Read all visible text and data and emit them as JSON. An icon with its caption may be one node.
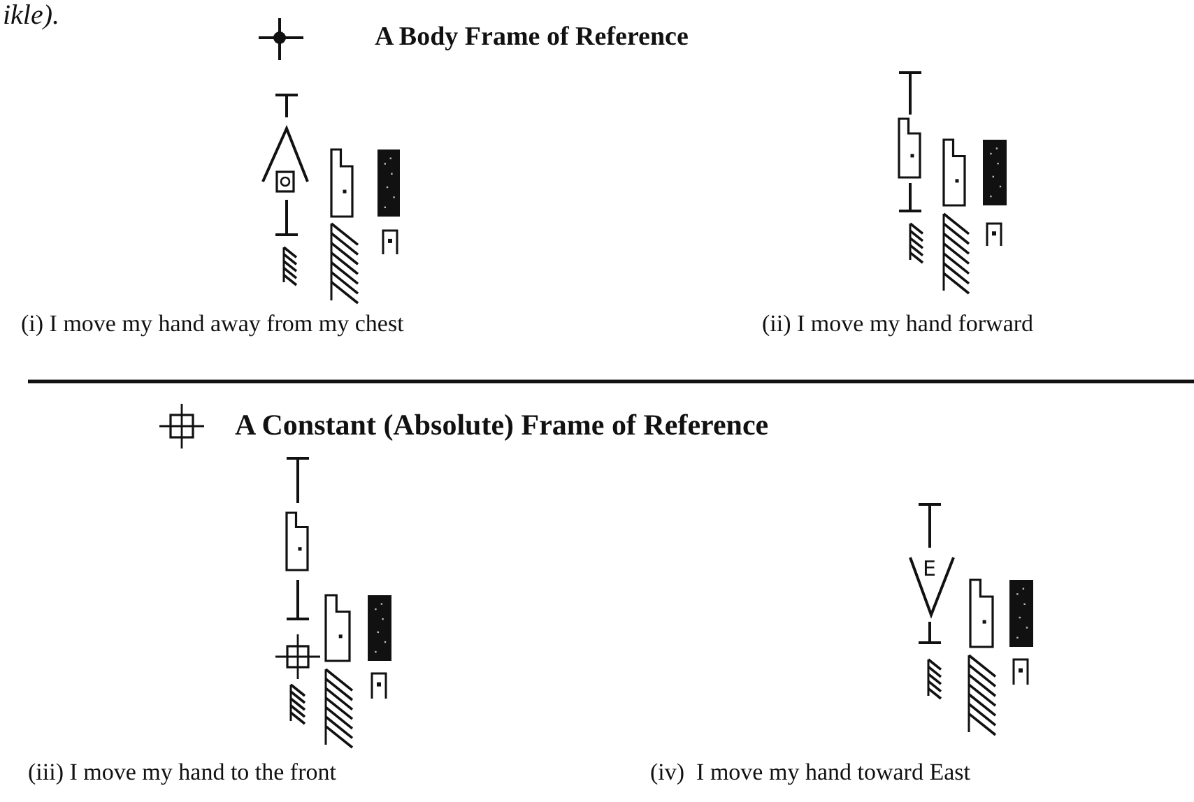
{
  "diagram": {
    "labels": [
      "ikle).",
      "A Body Frame of Reference",
      "(i) I move my hand away from my chest",
      "(ii) I move my hand forward",
      "A Constant (Absolute) Frame of Reference",
      "E",
      "(iii) I move my hand to the front",
      "(iv)  I move my hand toward East"
    ]
  }
}
